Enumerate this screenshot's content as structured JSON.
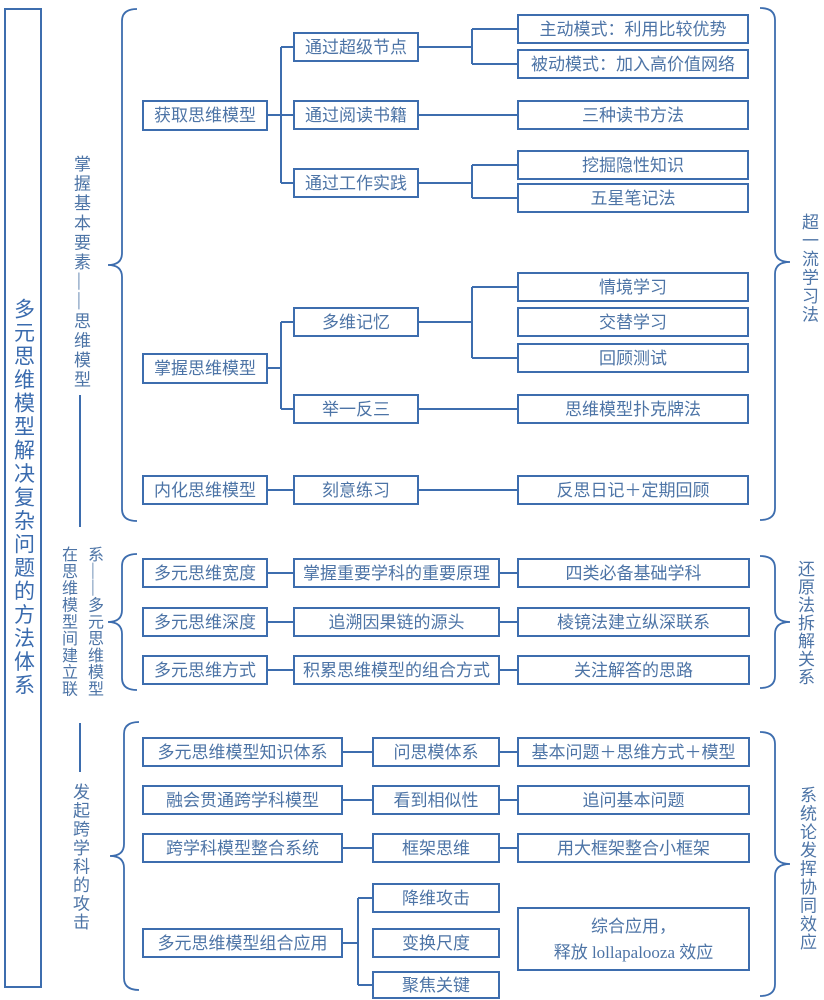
{
  "colors": {
    "line": "#3d6dae",
    "text": "#4d74a6",
    "title_text": "#3a6bae",
    "bg": "#ffffff"
  },
  "title": "多元思维模型解决复杂问题的方法体系",
  "left_labels": {
    "s1": "掌握基本要素——思维模型",
    "s2": "在思维模型间建立联系——多元思维模型",
    "s3": "发起跨学科的攻击"
  },
  "right_labels": {
    "s1": "超一流学习法",
    "s2": "还原法拆解关系",
    "s3": "系统论发挥协同效应"
  },
  "section1": {
    "acquire": "获取思维模型",
    "super_node": "通过超级节点",
    "active_mode": "主动模式：利用比较优势",
    "passive_mode": "被动模式：加入高价值网络",
    "read_books": "通过阅读书籍",
    "three_reading_methods": "三种读书方法",
    "work_practice": "通过工作实践",
    "tacit_knowledge": "挖掘隐性知识",
    "five_star_notes": "五星笔记法",
    "master": "掌握思维模型",
    "multi_memory": "多维记忆",
    "situational": "情境学习",
    "interleaved": "交替学习",
    "retrieval_test": "回顾测试",
    "extrapolate": "举一反三",
    "poker_method": "思维模型扑克牌法",
    "internalize": "内化思维模型",
    "deliberate_practice": "刻意练习",
    "reflection_review": "反思日记＋定期回顾"
  },
  "section2": {
    "breadth": "多元思维宽度",
    "key_principles": "掌握重要学科的重要原理",
    "four_subjects": "四类必备基础学科",
    "depth": "多元思维深度",
    "causal_chain": "追溯因果链的源头",
    "prism_method": "棱镜法建立纵深联系",
    "mode": "多元思维方式",
    "combination_ways": "积累思维模型的组合方式",
    "solution_ideas": "关注解答的思路"
  },
  "section3": {
    "knowledge_system": "多元思维模型知识体系",
    "ask_think_model": "问思模体系",
    "basic_formula": "基本问题＋思维方式＋模型",
    "integrate_models": "融会贯通跨学科模型",
    "see_similarity": "看到相似性",
    "ask_basic_questions": "追问基本问题",
    "integration_system": "跨学科模型整合系统",
    "framework_thinking": "框架思维",
    "big_small_frames": "用大框架整合小框架",
    "combined_application": "多元思维模型组合应用",
    "dimension_attack": "降维攻击",
    "change_scale": "变换尺度",
    "focus_key": "聚焦关键",
    "comprehensive_line1": "综合应用，",
    "comprehensive_line2": "释放 lollapalooza 效应"
  }
}
